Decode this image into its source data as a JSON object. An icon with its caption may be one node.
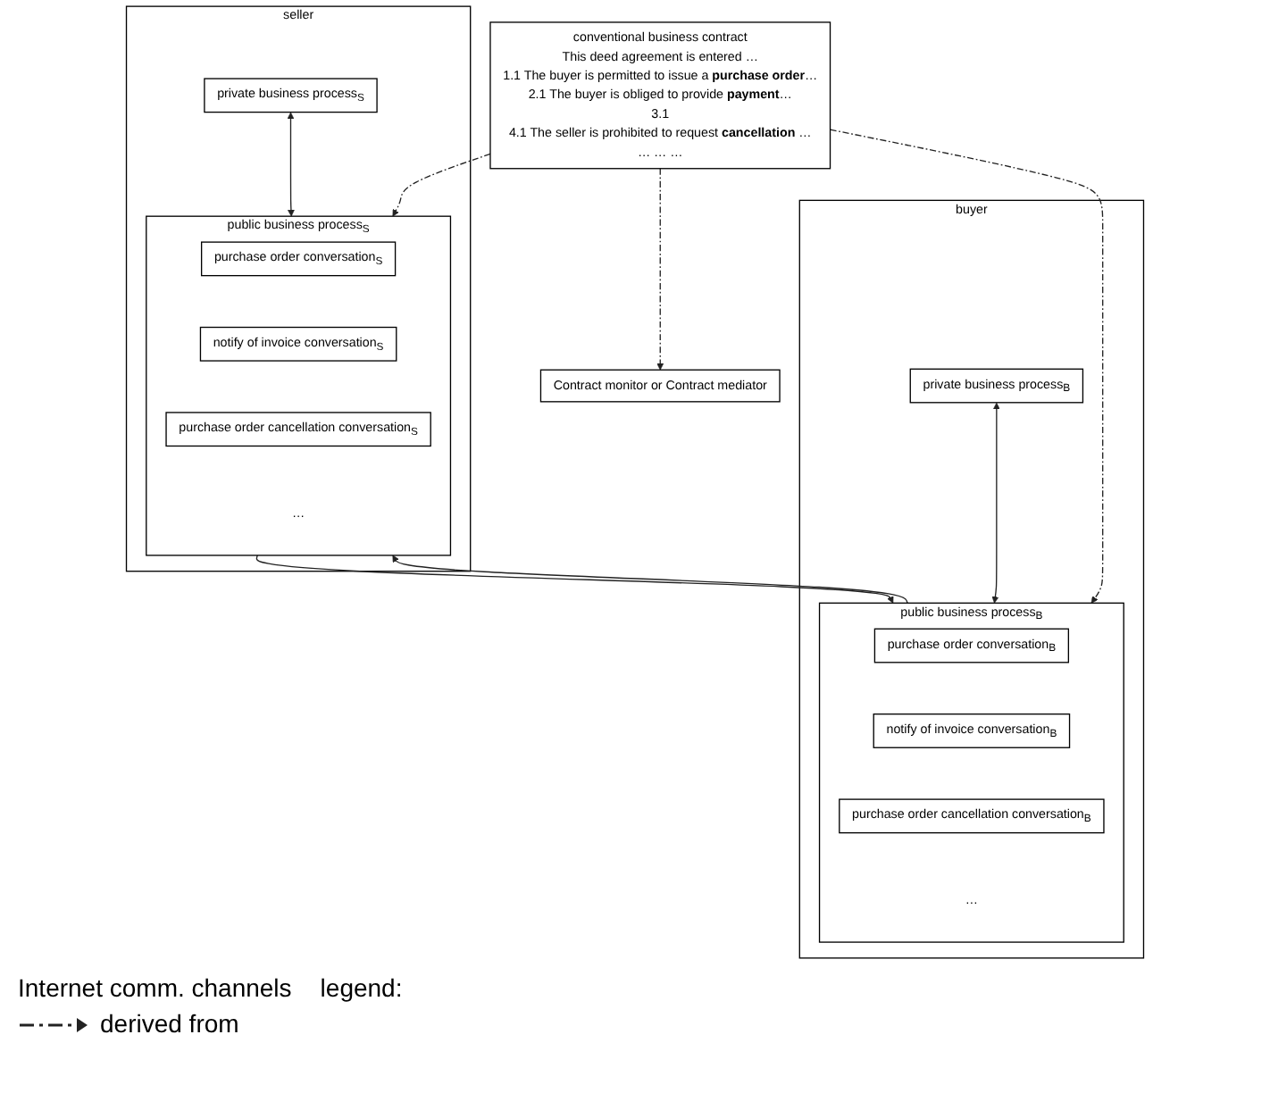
{
  "diagram": {
    "nodes": [
      {
        "text": [
          "conventional business contract",
          "This deed agreement is entered …",
          "1.1 The buyer is permitted to issue a **purchase order**…",
          "2.1 The buyer is obliged to provide **payment**…",
          "3.1",
          "4.1 The seller is prohibited to request **cancellation** …",
          "… … …"
        ]
      },
      {
        "text": [
          "buyer"
        ]
      },
      {
        "text": [
          "public business process$_{B}$",
          "…"
        ],
        "in": 1
      },
      {
        "text": [
          "purchase order conversation$_{B}$"
        ],
        "in": 2
      },
      {
        "text": [
          "notify of invoice conversation$_{B}$"
        ],
        "in": 2
      },
      {
        "text": [
          "purchase order cancellation conversation$_{B}$"
        ],
        "in": 2
      },
      {
        "text": [
          "private business process$_{B}$"
        ],
        "in": 1
      },
      {
        "text": [
          "Contract monitor or Contract mediator"
        ]
      },
      {
        "text": [
          "seller"
        ]
      },
      {
        "text": [
          "public business process$_{S}$",
          "…"
        ],
        "in": 8
      },
      {
        "text": [
          "purchase order conversation$_{S}$"
        ],
        "in": 9
      },
      {
        "text": [
          "notify of invoice conversation$_{S}$"
        ],
        "in": 9
      },
      {
        "text": [
          "purchase order cancellation conversation$_{S}$"
        ],
        "in": 9
      },
      {
        "text": [
          "private business process$_{S}$"
        ],
        "in": 8
      }
    ],
    "edges": [
      {
        "from": 0,
        "to": 2,
        "arrow": "to",
        "style": "dashed"
      },
      {
        "from": 0,
        "to": 7,
        "arrow": "to",
        "style": "dashed"
      },
      {
        "from": 0,
        "to": 9,
        "arrow": "to",
        "style": "dashed"
      },
      {
        "from": 2,
        "to": 9,
        "arrow": "to"
      },
      {
        "from": 9,
        "to": 2,
        "arrow": "to"
      },
      {
        "from": 6,
        "to": 2,
        "arrow": "both"
      },
      {
        "from": 13,
        "to": 9,
        "arrow": "both"
      }
    ],
    "labels": [
      "Internet comm. channels",
      "legend:"
    ],
    "legend": [
      {
        "text": "derived from"
      }
    ]
  }
}
